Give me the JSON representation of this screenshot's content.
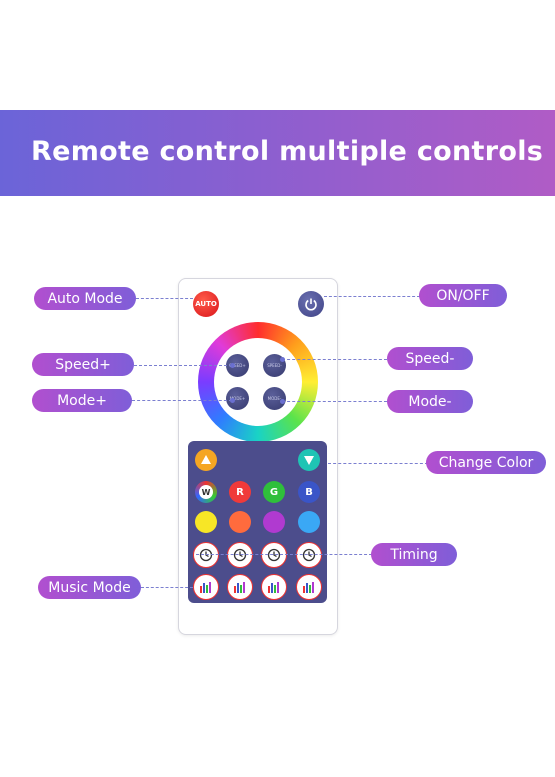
{
  "banner": {
    "title": "Remote control multiple controls"
  },
  "remote": {
    "auto_label": "AUTO",
    "speed_plus_btn": "SPEED+",
    "speed_minus_btn": "SPEED-",
    "mode_plus_btn": "MODE+",
    "mode_minus_btn": "MODE-",
    "color_letters": [
      "W",
      "R",
      "G",
      "B"
    ]
  },
  "callouts": {
    "auto_mode": "Auto Mode",
    "on_off": "ON/OFF",
    "speed_plus": "Speed+",
    "speed_minus": "Speed-",
    "mode_plus": "Mode+",
    "mode_minus": "Mode-",
    "change_color": "Change Color",
    "timing": "Timing",
    "music_mode": "Music Mode"
  },
  "colors": {
    "banner_start": "#6b64d8",
    "banner_end": "#b05cc6",
    "label_start": "#b14fcf",
    "label_end": "#7f5ed8",
    "panel": "#4c4d8c",
    "button_red": "#d9141a"
  }
}
